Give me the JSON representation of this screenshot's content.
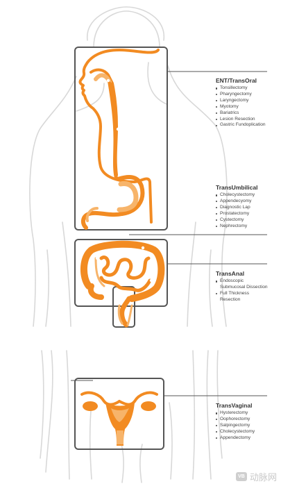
{
  "regions": [
    {
      "title": "ENT/TransOral",
      "items": [
        "Tonsillectomy",
        "Pharyngectomy",
        "Laryngectomy",
        "Myotomy",
        "Bariatrics",
        "Lesion Resection",
        "Gastric Fundoplication"
      ]
    },
    {
      "title": "TransUmbilical",
      "items": [
        "Cholecystectomy",
        "Appendecyomy",
        "Diagnostic Lap",
        "Prostatectomy",
        "Cystectomy",
        "Nephrectomy"
      ]
    },
    {
      "title": "TransAnal",
      "items": [
        "Endoscopic\nSubmucosal Dissection",
        "Full Thickness\nResection"
      ]
    },
    {
      "title": "TransVaginal",
      "items": [
        "Hysterectomy",
        "Oophorectomy",
        "Salpingectomy",
        "Cholecystectomy",
        "Appendectomy"
      ]
    }
  ],
  "colors": {
    "organ": "#f28b22",
    "organ_light": "#f7b46a",
    "body_outline": "#d8d8d8",
    "frame": "#555555",
    "leader_line": "#555555"
  },
  "watermark": {
    "logo_text": "VB",
    "text": "动脉网"
  }
}
